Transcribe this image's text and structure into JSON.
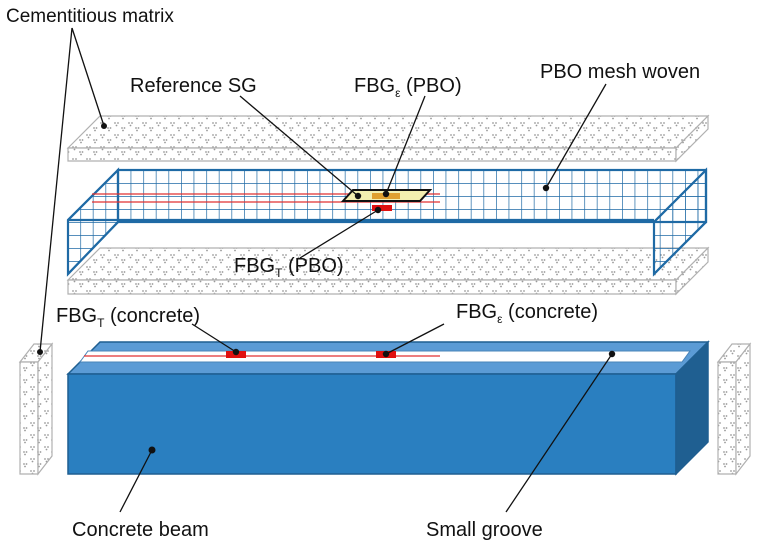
{
  "labels": {
    "cementitious_matrix": "Cementitious matrix",
    "reference_sg": "Reference SG",
    "fbg_eps_pbo_main": "FBG",
    "fbg_eps_pbo_sub": "ε",
    "fbg_eps_pbo_tail": " (PBO)",
    "pbo_mesh_woven": "PBO mesh woven",
    "fbg_t_pbo_main": "FBG",
    "fbg_t_pbo_sub": "T",
    "fbg_t_pbo_tail": " (PBO)",
    "fbg_t_concrete_main": "FBG",
    "fbg_t_concrete_sub": "T",
    "fbg_t_concrete_tail": " (concrete)",
    "fbg_eps_concrete_main": "FBG",
    "fbg_eps_concrete_sub": "ε",
    "fbg_eps_concrete_tail": " (concrete)",
    "concrete_beam": "Concrete beam",
    "small_groove": "Small groove"
  },
  "colors": {
    "beam_front": "#2a7fc0",
    "beam_top": "#5b9bd5",
    "beam_side": "#1f5f91",
    "mesh": "#1f6aa5",
    "fiber": "#e03030",
    "sensor": "#e01010",
    "sg_fill": "#f3efb0",
    "matrix_border": "#b0b0b0"
  }
}
